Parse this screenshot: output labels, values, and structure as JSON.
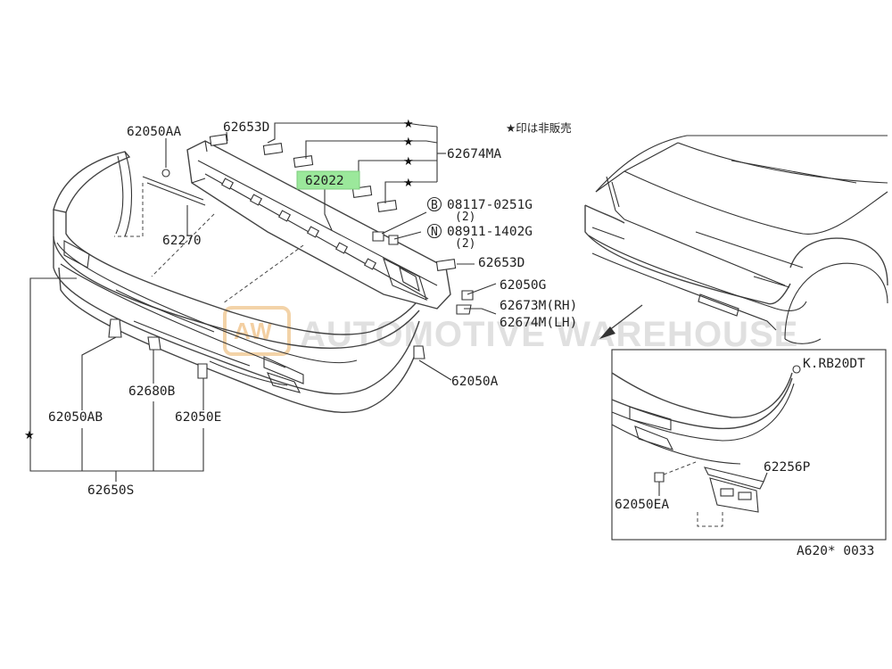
{
  "watermark": {
    "text": "AUTOMOTIVE WAREHOUSE"
  },
  "symbols": {
    "star": "★"
  },
  "markers": {
    "b": "B",
    "n": "N"
  },
  "notes": {
    "star_note": "★印は非販売"
  },
  "labels": {
    "p62050AA": "62050AA",
    "p62653D": "62653D",
    "p62674MA": "62674MA",
    "p62022": "62022",
    "p08117": "08117-0251G",
    "p08911": "08911-1402G",
    "qty2": "(2)",
    "p62270": "62270",
    "p62050G": "62050G",
    "p62673M": "62673M(RH)",
    "p62674M": "62674M(LH)",
    "p62050A": "62050A",
    "p62680B": "62680B",
    "p62050AB": "62050AB",
    "p62050E": "62050E",
    "p62650S": "62650S"
  },
  "detail": {
    "variant": "K.RB20DT",
    "p62256P": "62256P",
    "p62050EA": "62050EA"
  },
  "footer": {
    "code": "A620* 0033"
  },
  "colors": {
    "highlight": "#9be89b",
    "line": "#333333",
    "watermark": "#e0e0e0"
  }
}
